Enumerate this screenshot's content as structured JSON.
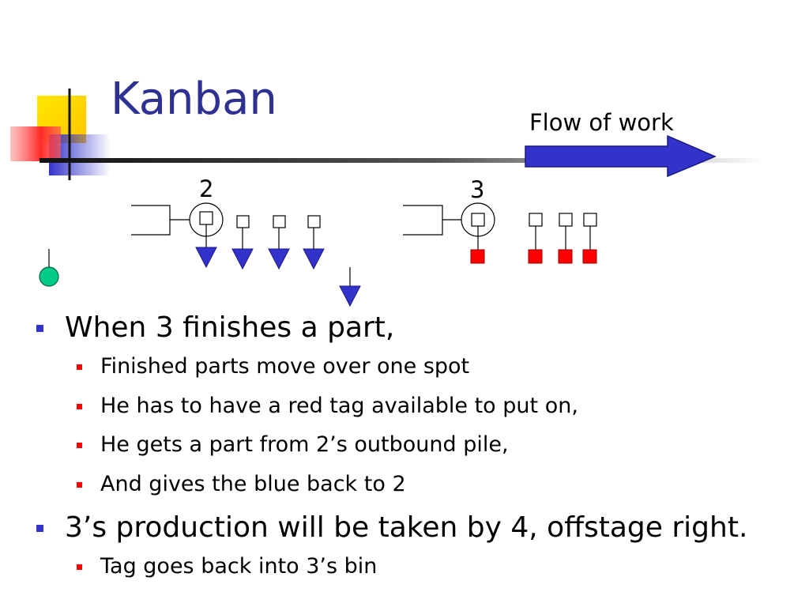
{
  "slide": {
    "title": "Kanban",
    "flow_label": "Flow of work"
  },
  "diagram": {
    "stations": [
      {
        "number": "2",
        "tag_color": "#3333CC",
        "tag_shape": "triangle",
        "tags_in_queue": 3
      },
      {
        "number": "3",
        "tag_color": "#FF0000",
        "tag_shape": "square",
        "tags_in_queue": 3
      }
    ],
    "detached_tag": {
      "color": "#3333CC",
      "shape": "triangle"
    },
    "worker_marker": {
      "color": "#00CC88"
    }
  },
  "bullets": [
    {
      "text": "When 3 finishes a part,",
      "children": [
        "Finished parts move over one spot",
        "He has to have a red tag available to put on,",
        "He gets a part from 2’s outbound pile,",
        "And gives the blue back to 2"
      ]
    },
    {
      "text": "3’s production will be taken by 4, offstage right.",
      "children": [
        "Tag goes back into 3’s bin"
      ]
    }
  ],
  "colors": {
    "title": "#2E3192",
    "level1_bullet": "#3333CC",
    "level2_bullet": "#FF0000",
    "arrow": "#3333CC"
  }
}
